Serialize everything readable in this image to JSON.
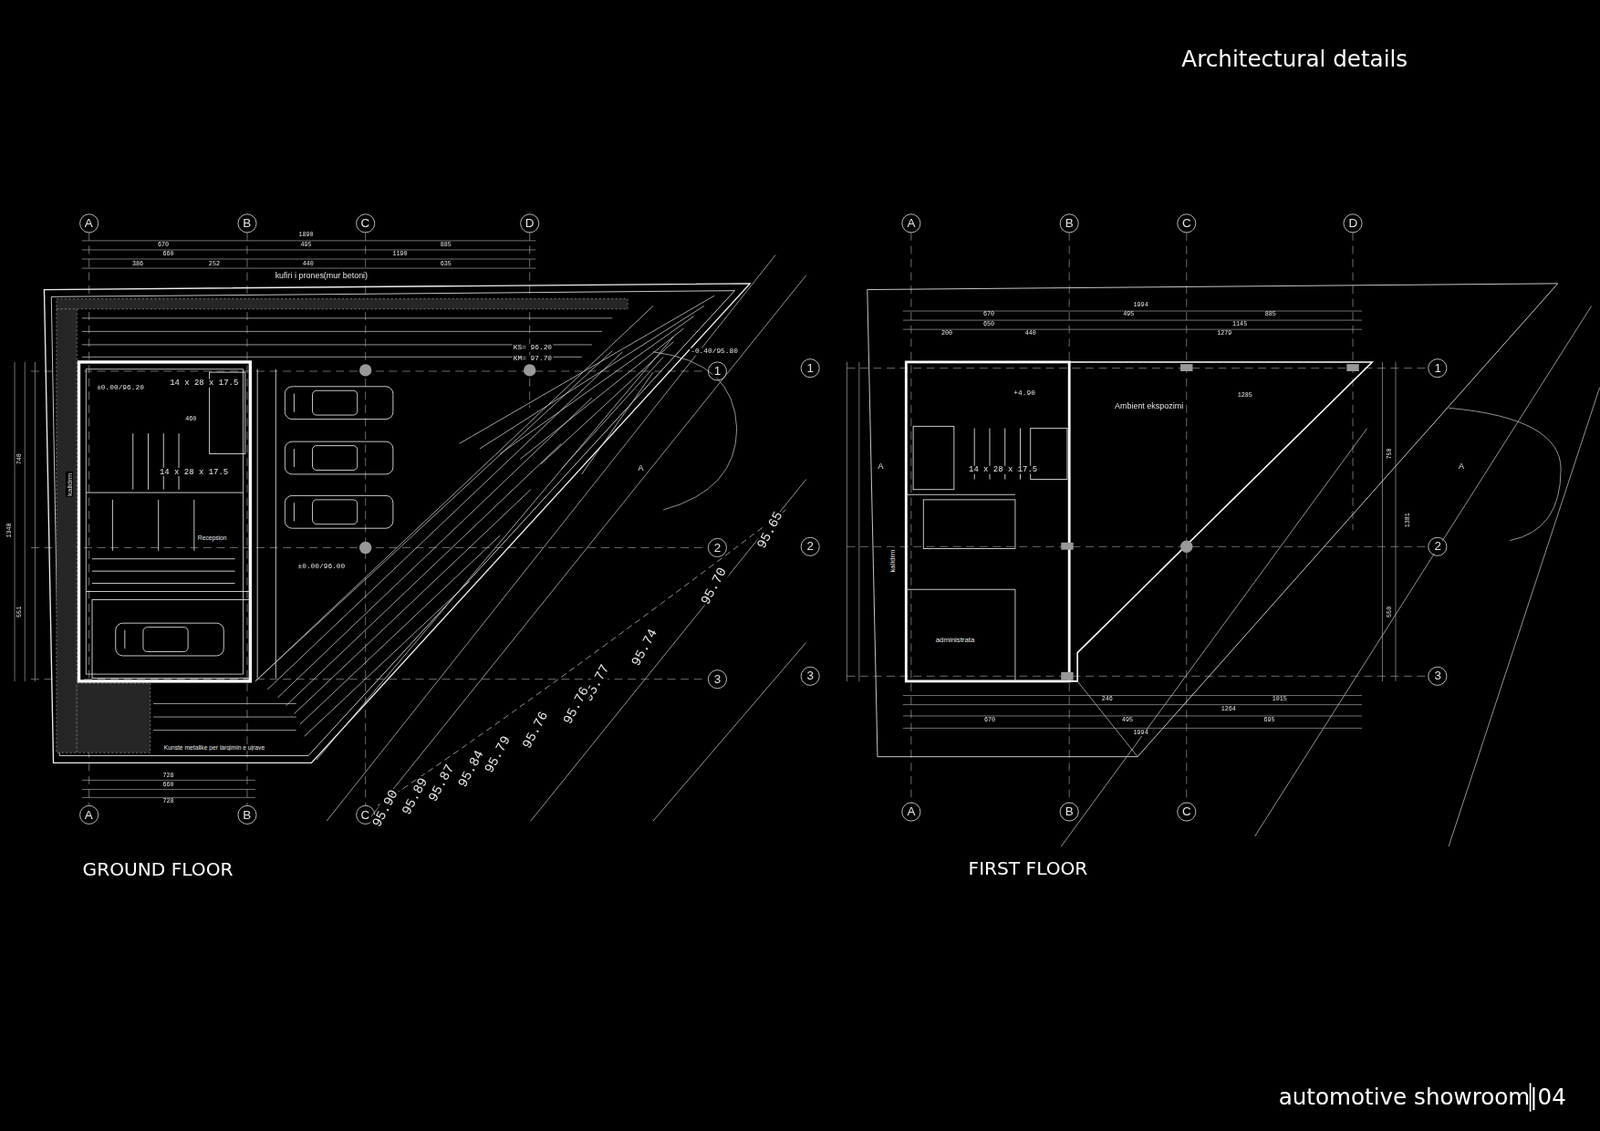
{
  "diagram": {
    "title": "Architectural details",
    "caption": "automotive showroom|04",
    "labels": [
      "A",
      "B",
      "C",
      "D",
      "A",
      "B",
      "C",
      "1",
      "2",
      "3",
      "1890",
      "670",
      "495",
      "885",
      "660",
      "1190",
      "386",
      "252",
      "440",
      "635",
      "kufiri i prones(mur betoni)",
      "728",
      "660",
      "728",
      "1340",
      "740",
      "551",
      "14 x 28 x 17.5",
      "±0.00/96.20",
      "460",
      "14 x 28 x 17.5",
      "Recepsion",
      "±0.00/96.00",
      "KS= 96.20",
      "KM= 97.70",
      "-0.40/95.80",
      "kalldrm",
      "Kunste metalike per largimin e ujrave",
      "A",
      "95.65",
      "95.70",
      "95.74",
      "95.77",
      "95.76",
      "95.76",
      "95.79",
      "95.84",
      "95.87",
      "95.89",
      "95.90",
      "A",
      "B",
      "C",
      "D",
      "A",
      "B",
      "C",
      "1",
      "2",
      "3",
      "1",
      "2",
      "3",
      "1994",
      "670",
      "495",
      "885",
      "650",
      "1145",
      "200",
      "440",
      "1279",
      "+4.90",
      "Ambient ekspozimi",
      "1285",
      "14 x 28 x 17.5",
      "administrata",
      "kalldrm",
      "A",
      "A",
      "1015",
      "246",
      "1264",
      "670",
      "495",
      "695",
      "1994",
      "1381",
      "750",
      "550",
      "GROUND FLOOR",
      "FIRST FLOOR"
    ]
  }
}
